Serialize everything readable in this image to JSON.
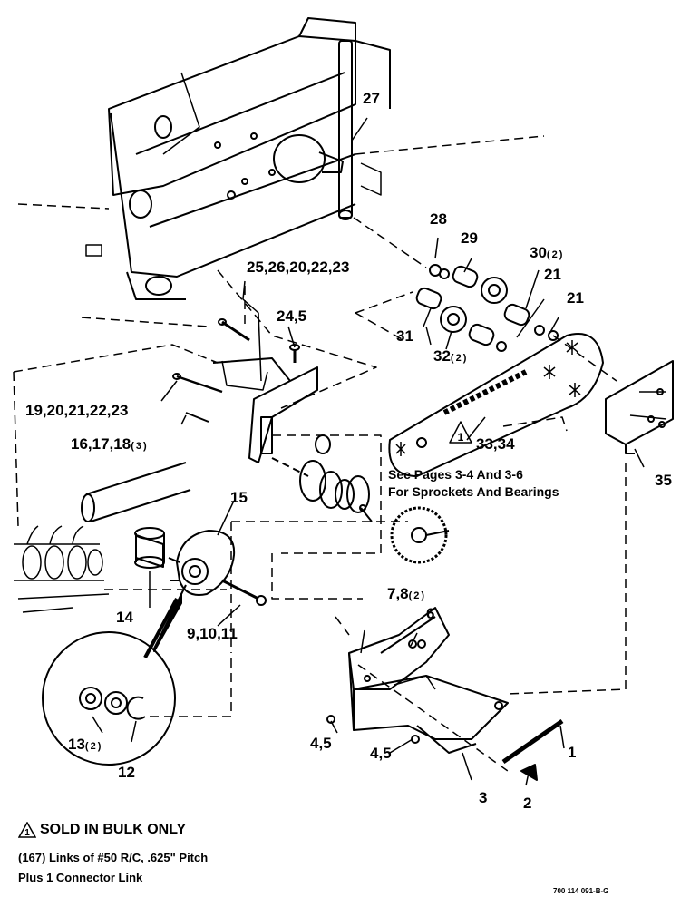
{
  "callouts": [
    {
      "id": "c27",
      "main": "27",
      "qty": ""
    },
    {
      "id": "c28",
      "main": "28",
      "qty": ""
    },
    {
      "id": "c29",
      "main": "29",
      "qty": ""
    },
    {
      "id": "c30",
      "main": "30",
      "qty": "(2)"
    },
    {
      "id": "c21a",
      "main": "21",
      "qty": ""
    },
    {
      "id": "c21b",
      "main": "21",
      "qty": ""
    },
    {
      "id": "c25",
      "main": "25,26,20,22,23",
      "qty": ""
    },
    {
      "id": "c24",
      "main": "24,5",
      "qty": ""
    },
    {
      "id": "c31",
      "main": "31",
      "qty": ""
    },
    {
      "id": "c32",
      "main": "32",
      "qty": "(2)"
    },
    {
      "id": "c19",
      "main": "19,20,21,22,23",
      "qty": ""
    },
    {
      "id": "c16",
      "main": "16,17,18",
      "qty": "(3)"
    },
    {
      "id": "c33",
      "main": "33,34",
      "qty": ""
    },
    {
      "id": "c35",
      "main": "35",
      "qty": ""
    },
    {
      "id": "c15",
      "main": "15",
      "qty": ""
    },
    {
      "id": "c14",
      "main": "14",
      "qty": ""
    },
    {
      "id": "c9",
      "main": "9,10,11",
      "qty": ""
    },
    {
      "id": "c7",
      "main": "7,8",
      "qty": "(2)"
    },
    {
      "id": "c6",
      "main": "6",
      "qty": ""
    },
    {
      "id": "c13",
      "main": "13",
      "qty": "(2)"
    },
    {
      "id": "c12",
      "main": "12",
      "qty": ""
    },
    {
      "id": "c4a",
      "main": "4,5",
      "qty": ""
    },
    {
      "id": "c4b",
      "main": "4,5",
      "qty": ""
    },
    {
      "id": "c1",
      "main": "1",
      "qty": ""
    },
    {
      "id": "c3",
      "main": "3",
      "qty": ""
    },
    {
      "id": "c2",
      "main": "2",
      "qty": ""
    }
  ],
  "note": {
    "line1": "See Pages 3-4 And 3-6",
    "line2": "For Sprockets And Bearings"
  },
  "legend": {
    "symbol": "1",
    "title": "SOLD IN BULK ONLY",
    "line1": "(167) Links of #50 R/C, .625\" Pitch",
    "line2": "Plus 1 Connector Link"
  },
  "figure_id": "700 114 091-B-G"
}
